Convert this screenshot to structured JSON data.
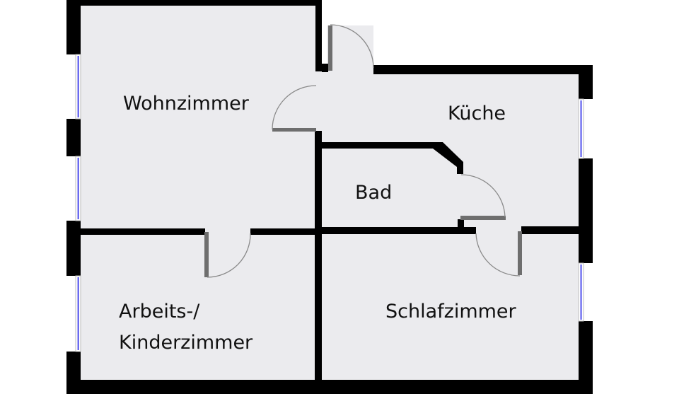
{
  "plan": {
    "type": "apartment-floor-plan",
    "colors": {
      "wall": "#000000",
      "floor": "#ebebee",
      "door": "#6e6e6e",
      "door_swing": "#8a8a8a",
      "window_glass": "#1f1fe6",
      "window_frame": "#bdbdbd",
      "background": "#ffffff"
    },
    "rooms": [
      {
        "id": "wohnzimmer",
        "label_lines": [
          "Wohnzimmer"
        ]
      },
      {
        "id": "kueche",
        "label_lines": [
          "Küche"
        ]
      },
      {
        "id": "bad",
        "label_lines": [
          "Bad"
        ]
      },
      {
        "id": "arbeitszimmer",
        "label_lines": [
          "Arbeits-/",
          "Kinderzimmer"
        ]
      },
      {
        "id": "schlafzimmer",
        "label_lines": [
          "Schlafzimmer"
        ]
      }
    ],
    "doors": [
      {
        "id": "entrance-door",
        "between": [
          "outside",
          "kueche"
        ]
      },
      {
        "id": "wohnzimmer-door",
        "between": [
          "wohnzimmer",
          "kueche"
        ]
      },
      {
        "id": "bad-door",
        "between": [
          "bad",
          "kueche"
        ]
      },
      {
        "id": "schlafzimmer-door",
        "between": [
          "schlafzimmer",
          "kueche"
        ]
      },
      {
        "id": "arbeitszimmer-door",
        "between": [
          "arbeitszimmer",
          "wohnzimmer"
        ]
      }
    ],
    "windows": [
      {
        "id": "wohnzimmer-window-1",
        "room": "wohnzimmer"
      },
      {
        "id": "wohnzimmer-window-2",
        "room": "wohnzimmer"
      },
      {
        "id": "arbeitszimmer-window",
        "room": "arbeitszimmer"
      },
      {
        "id": "kueche-window",
        "room": "kueche"
      },
      {
        "id": "schlafzimmer-window",
        "room": "schlafzimmer"
      }
    ]
  }
}
